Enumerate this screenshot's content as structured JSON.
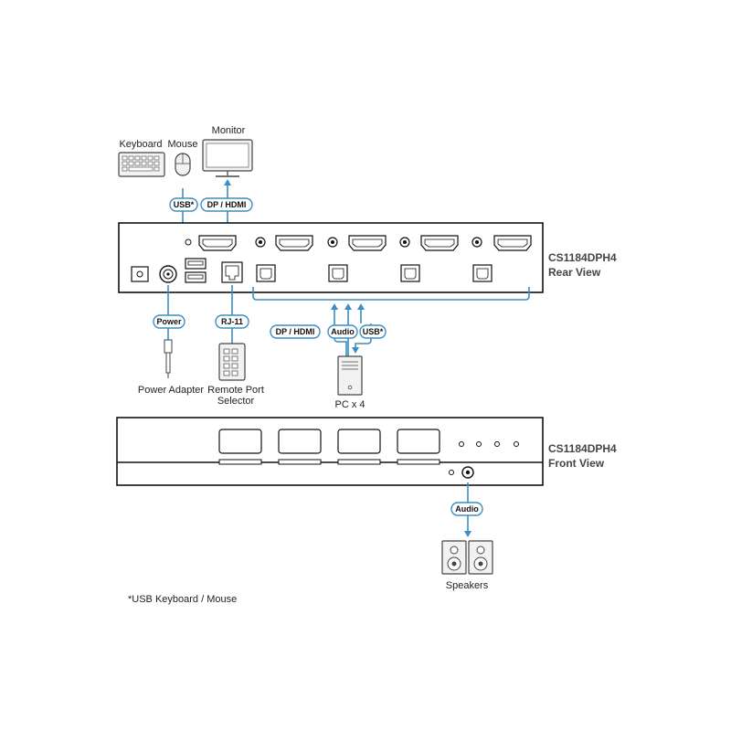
{
  "devices": {
    "keyboard_label": "Keyboard",
    "mouse_label": "Mouse",
    "monitor_label": "Monitor",
    "power_adapter_label": "Power Adapter",
    "remote_selector_label_line1": "Remote Port",
    "remote_selector_label_line2": "Selector",
    "pc_label": "PC x 4",
    "speakers_label": "Speakers"
  },
  "rear_panel": {
    "model": "CS1184DPH4",
    "view": "Rear View"
  },
  "front_panel": {
    "model": "CS1184DPH4",
    "view": "Front View"
  },
  "tags": {
    "usb_top": "USB*",
    "dp_hdmi_top": "DP / HDMI",
    "power": "Power",
    "rj11": "RJ-11",
    "dp_hdmi_pc": "DP / HDMI",
    "audio_pc": "Audio",
    "usb_pc": "USB*",
    "audio_front": "Audio"
  },
  "footnote": "*USB Keyboard / Mouse",
  "colors": {
    "accent": "#3b8ec4",
    "outline": "#111111"
  }
}
